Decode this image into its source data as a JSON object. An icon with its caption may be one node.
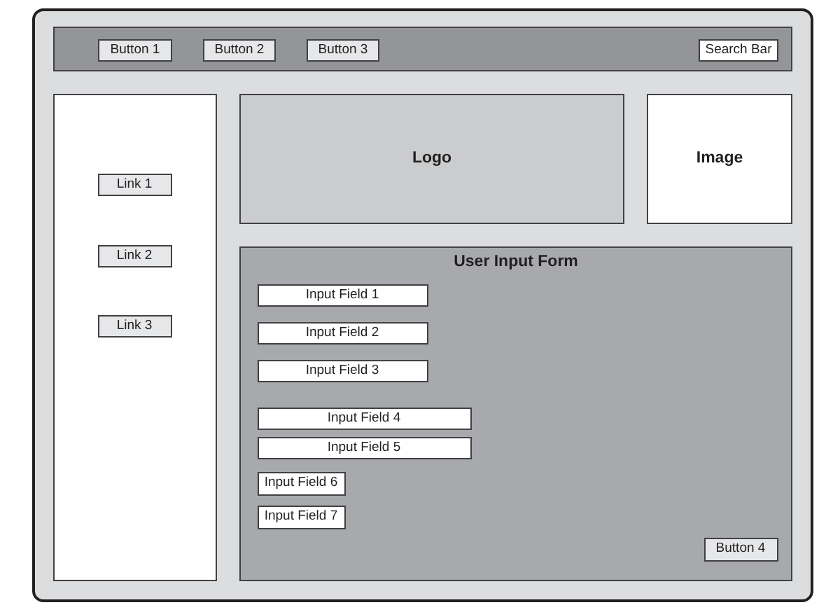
{
  "diagram": {
    "nodes": [
      {
        "text": [],
        "shape": "box"
      },
      {
        "text": [],
        "shape": "bar",
        "in": 0
      },
      {
        "text": [
          "Button 1"
        ],
        "in": 1
      },
      {
        "text": [
          "Button 2"
        ],
        "in": 1
      },
      {
        "text": [
          "Button 3"
        ],
        "in": 1
      },
      {
        "text": [
          "Search Bar"
        ],
        "in": 1
      },
      {
        "text": [],
        "shape": "box",
        "in": 0
      },
      {
        "text": [
          "Link 1"
        ],
        "in": 6
      },
      {
        "text": [
          "Link 2"
        ],
        "in": 6
      },
      {
        "text": [
          "Link 3"
        ],
        "in": 6
      },
      {
        "text": [
          "Logo"
        ],
        "in": 0
      },
      {
        "text": [
          "Image"
        ],
        "in": 0
      },
      {
        "text": [
          "User Input Form"
        ],
        "in": 0
      },
      {
        "text": [
          "Input Field 1"
        ],
        "in": 12
      },
      {
        "text": [
          "Input Field 2"
        ],
        "in": 12
      },
      {
        "text": [
          "Input Field 3"
        ],
        "in": 12
      },
      {
        "text": [
          "Input Field 4"
        ],
        "in": 12
      },
      {
        "text": [
          "Input Field 5"
        ],
        "in": 12
      },
      {
        "text": [
          "Input Field 6"
        ],
        "in": 12
      },
      {
        "text": [
          "Input Field 7"
        ],
        "in": 12
      },
      {
        "text": [
          "Button 4"
        ],
        "in": 12
      }
    ]
  }
}
